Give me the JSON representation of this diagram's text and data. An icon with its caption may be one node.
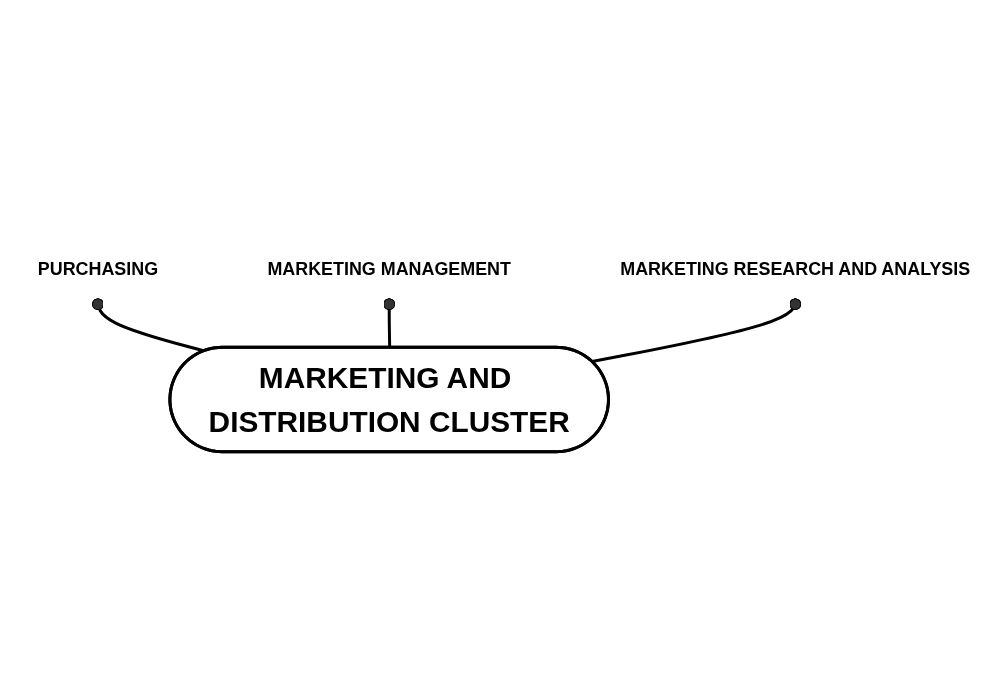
{
  "diagram": {
    "nodes": [
      {
        "text": [
          "MARKETING MANAGEMENT"
        ]
      },
      {
        "text": [
          "PURCHASING"
        ]
      },
      {
        "text": [
          "MARKETING RESEARCH AND ANALYSIS"
        ]
      },
      {
        "text": [
          "MARKETING AND DISTRIBUTION CLUSTER"
        ]
      }
    ],
    "edges": [
      {
        "from": 3,
        "to": 1,
        "arrow": "other"
      },
      {
        "from": 3,
        "to": 0,
        "arrow": "other"
      },
      {
        "from": 3,
        "to": 2,
        "arrow": "other"
      }
    ]
  }
}
